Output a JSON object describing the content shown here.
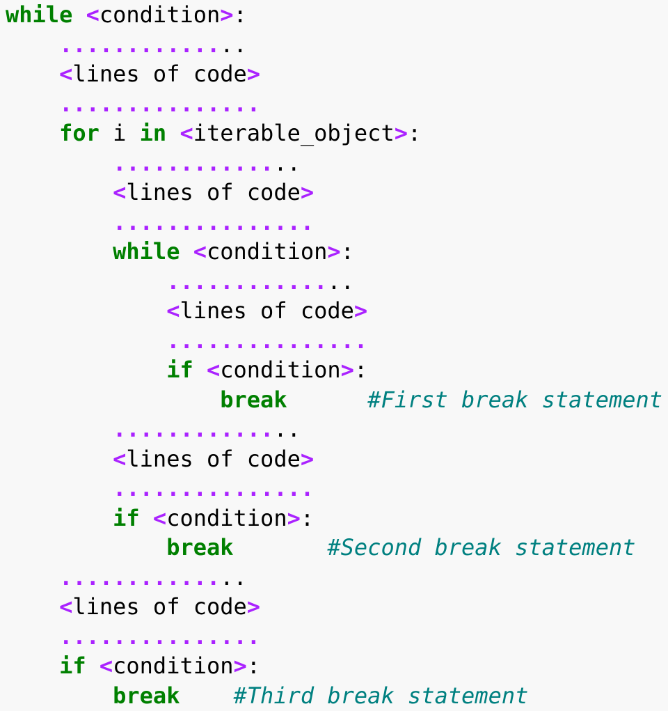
{
  "colors": {
    "keyword": "#008000",
    "operator": "#aa22ff",
    "comment": "#008080",
    "text": "#000000",
    "background": "#f8f8f8"
  },
  "lines": [
    {
      "indent": 0,
      "tokens": [
        {
          "t": "while",
          "c": "kw"
        },
        {
          "t": " ",
          "c": "tx"
        },
        {
          "t": "<",
          "c": "op"
        },
        {
          "t": "condition",
          "c": "tx"
        },
        {
          "t": ">",
          "c": "op"
        },
        {
          "t": ":",
          "c": "tx"
        }
      ]
    },
    {
      "indent": 4,
      "tokens": [
        {
          "t": "............",
          "c": "op"
        },
        {
          "t": "..",
          "c": "tx"
        }
      ]
    },
    {
      "indent": 4,
      "tokens": [
        {
          "t": "<",
          "c": "op"
        },
        {
          "t": "lines of code",
          "c": "tx"
        },
        {
          "t": ">",
          "c": "op"
        }
      ]
    },
    {
      "indent": 4,
      "tokens": [
        {
          "t": "...............",
          "c": "op"
        }
      ]
    },
    {
      "indent": 4,
      "tokens": [
        {
          "t": "for",
          "c": "kw"
        },
        {
          "t": " i ",
          "c": "tx"
        },
        {
          "t": "in",
          "c": "kw"
        },
        {
          "t": " ",
          "c": "tx"
        },
        {
          "t": "<",
          "c": "op"
        },
        {
          "t": "iterable_object",
          "c": "tx"
        },
        {
          "t": ">",
          "c": "op"
        },
        {
          "t": ":",
          "c": "tx"
        }
      ]
    },
    {
      "indent": 8,
      "tokens": [
        {
          "t": "............",
          "c": "op"
        },
        {
          "t": "..",
          "c": "tx"
        }
      ]
    },
    {
      "indent": 8,
      "tokens": [
        {
          "t": "<",
          "c": "op"
        },
        {
          "t": "lines of code",
          "c": "tx"
        },
        {
          "t": ">",
          "c": "op"
        }
      ]
    },
    {
      "indent": 8,
      "tokens": [
        {
          "t": "...............",
          "c": "op"
        }
      ]
    },
    {
      "indent": 8,
      "tokens": [
        {
          "t": "while",
          "c": "kw"
        },
        {
          "t": " ",
          "c": "tx"
        },
        {
          "t": "<",
          "c": "op"
        },
        {
          "t": "condition",
          "c": "tx"
        },
        {
          "t": ">",
          "c": "op"
        },
        {
          "t": ":",
          "c": "tx"
        }
      ]
    },
    {
      "indent": 12,
      "tokens": [
        {
          "t": "............",
          "c": "op"
        },
        {
          "t": "..",
          "c": "tx"
        }
      ]
    },
    {
      "indent": 12,
      "tokens": [
        {
          "t": "<",
          "c": "op"
        },
        {
          "t": "lines of code",
          "c": "tx"
        },
        {
          "t": ">",
          "c": "op"
        }
      ]
    },
    {
      "indent": 12,
      "tokens": [
        {
          "t": "...............",
          "c": "op"
        }
      ]
    },
    {
      "indent": 12,
      "tokens": [
        {
          "t": "if",
          "c": "kw"
        },
        {
          "t": " ",
          "c": "tx"
        },
        {
          "t": "<",
          "c": "op"
        },
        {
          "t": "condition",
          "c": "tx"
        },
        {
          "t": ">",
          "c": "op"
        },
        {
          "t": ":",
          "c": "tx"
        }
      ]
    },
    {
      "indent": 16,
      "tokens": [
        {
          "t": "break",
          "c": "kw"
        },
        {
          "t": "      ",
          "c": "tx"
        },
        {
          "t": "#First break statement",
          "c": "cm"
        }
      ]
    },
    {
      "indent": 8,
      "tokens": [
        {
          "t": "............",
          "c": "op"
        },
        {
          "t": "..",
          "c": "tx"
        }
      ]
    },
    {
      "indent": 8,
      "tokens": [
        {
          "t": "<",
          "c": "op"
        },
        {
          "t": "lines of code",
          "c": "tx"
        },
        {
          "t": ">",
          "c": "op"
        }
      ]
    },
    {
      "indent": 8,
      "tokens": [
        {
          "t": "...............",
          "c": "op"
        }
      ]
    },
    {
      "indent": 8,
      "tokens": [
        {
          "t": "if",
          "c": "kw"
        },
        {
          "t": " ",
          "c": "tx"
        },
        {
          "t": "<",
          "c": "op"
        },
        {
          "t": "condition",
          "c": "tx"
        },
        {
          "t": ">",
          "c": "op"
        },
        {
          "t": ":",
          "c": "tx"
        }
      ]
    },
    {
      "indent": 12,
      "tokens": [
        {
          "t": "break",
          "c": "kw"
        },
        {
          "t": "       ",
          "c": "tx"
        },
        {
          "t": "#Second break statement",
          "c": "cm"
        }
      ]
    },
    {
      "indent": 4,
      "tokens": [
        {
          "t": "............",
          "c": "op"
        },
        {
          "t": "..",
          "c": "tx"
        }
      ]
    },
    {
      "indent": 4,
      "tokens": [
        {
          "t": "<",
          "c": "op"
        },
        {
          "t": "lines of code",
          "c": "tx"
        },
        {
          "t": ">",
          "c": "op"
        }
      ]
    },
    {
      "indent": 4,
      "tokens": [
        {
          "t": "...............",
          "c": "op"
        }
      ]
    },
    {
      "indent": 4,
      "tokens": [
        {
          "t": "if",
          "c": "kw"
        },
        {
          "t": " ",
          "c": "tx"
        },
        {
          "t": "<",
          "c": "op"
        },
        {
          "t": "condition",
          "c": "tx"
        },
        {
          "t": ">",
          "c": "op"
        },
        {
          "t": ":",
          "c": "tx"
        }
      ]
    },
    {
      "indent": 8,
      "tokens": [
        {
          "t": "break",
          "c": "kw"
        },
        {
          "t": "    ",
          "c": "tx"
        },
        {
          "t": "#Third break statement",
          "c": "cm"
        }
      ]
    }
  ]
}
